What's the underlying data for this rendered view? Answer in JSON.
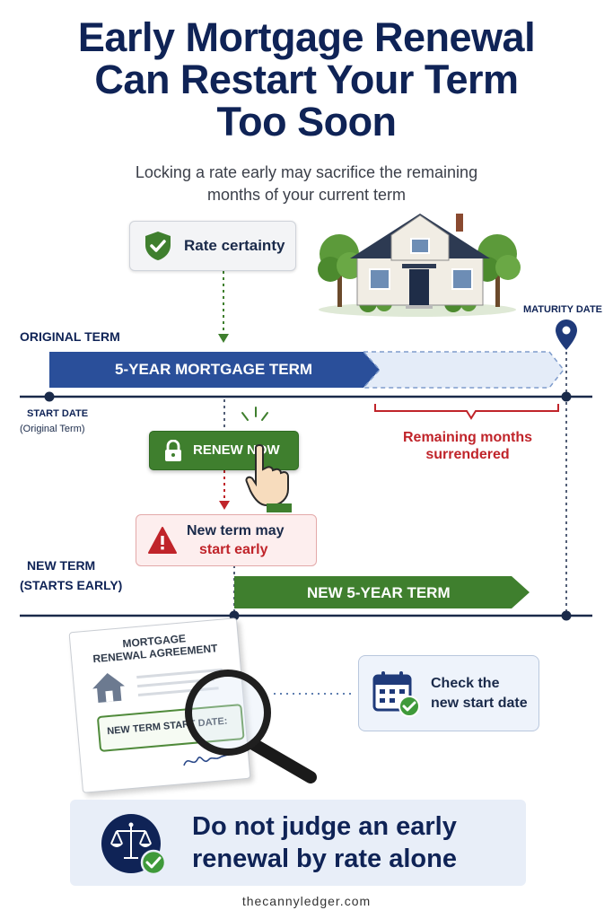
{
  "title": [
    "Early Mortgage Renewal",
    "Can Restart Your Term",
    "Too Soon"
  ],
  "subtitle": [
    "Locking a rate early may sacrifice the remaining",
    "months of your current term"
  ],
  "rate_card": {
    "label": "Rate certainty"
  },
  "maturity_label": "MATURITY DATE",
  "original_term": {
    "label": "ORIGINAL TERM",
    "bar_label": "5-YEAR MORTGAGE TERM",
    "start_label": "START DATE",
    "start_sub": "(Original Term)"
  },
  "remaining": {
    "line1": "Remaining months",
    "line2": "surrendered"
  },
  "renew_button": {
    "label": "RENEW NOW"
  },
  "warning": {
    "line1": "New term may",
    "line2": "start early"
  },
  "new_term": {
    "label_line1": "NEW TERM",
    "label_line2": "(STARTS EARLY)",
    "bar_label": "NEW 5-YEAR TERM"
  },
  "document": {
    "title_line1": "MORTGAGE",
    "title_line2": "RENEWAL AGREEMENT",
    "field_label": "NEW TERM START DATE:"
  },
  "check_card": {
    "line1": "Check the",
    "line2": "new start date"
  },
  "banner": {
    "line1": "Do not judge an early",
    "line2": "renewal by rate alone"
  },
  "footer": "thecannyledger.com",
  "colors": {
    "navy": "#0f2356",
    "blue_bar": "#2a4f9a",
    "green": "#3f7f2e",
    "red": "#c0242a"
  }
}
